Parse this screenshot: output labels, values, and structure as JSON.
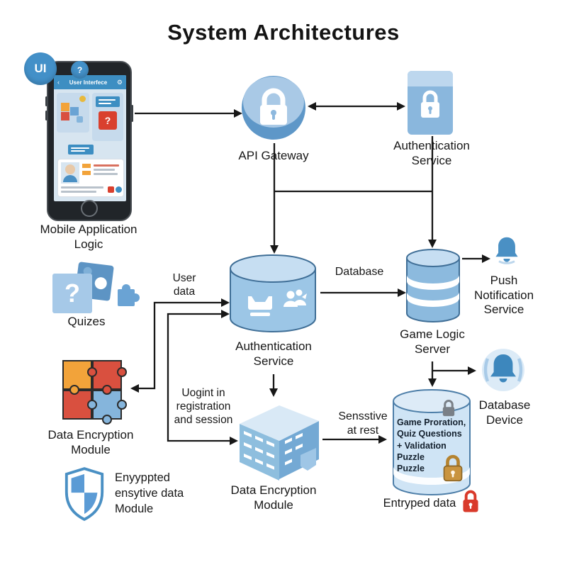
{
  "title": "System Architectures",
  "icons": {
    "ui_badge": "UI",
    "question_mark": "?",
    "back_chevron": "‹",
    "gear": "⚙"
  },
  "phone": {
    "screen_title": "User Interfece",
    "caption": [
      "Mobile Application",
      "Logic"
    ]
  },
  "nodes": {
    "api_gateway": {
      "label": "API Gateway"
    },
    "auth_service_top": {
      "label": [
        "Authentication",
        "Service"
      ]
    },
    "auth_service_db": {
      "label": [
        "Authentication",
        "Service"
      ]
    },
    "game_logic_server": {
      "label": [
        "Game Logic",
        "Server"
      ]
    },
    "push_notification_service": {
      "label": [
        "Push",
        "Notification",
        "Service"
      ]
    },
    "quizes": {
      "label": "Quizes"
    },
    "data_encryption_puzzle": {
      "label": [
        "Data Encryption",
        "Module"
      ]
    },
    "data_encryption_building": {
      "label": [
        "Data Encryption",
        "Module"
      ]
    },
    "database_device": {
      "label": [
        "Database",
        "Device"
      ]
    },
    "encrypted_store": {
      "content": [
        "Game Proration,",
        "Quiz Questions",
        "+ Validation",
        "Puzzle",
        "Puzzle"
      ]
    },
    "encrypted_data": {
      "label": "Entryped data"
    },
    "security_note": {
      "label": [
        "Enyyppted",
        "ensytive data",
        "Module"
      ]
    }
  },
  "edge_labels": {
    "user_data": [
      "User",
      "data"
    ],
    "database": "Database",
    "login_session": [
      "Uogint in",
      "registration",
      "and session"
    ],
    "sensitive_at_rest": [
      "Sensstive",
      "at rest"
    ]
  },
  "colors": {
    "accent_blue": "#4a90c4",
    "light_blue": "#aecde9",
    "puzzle_orange": "#f2a33a",
    "puzzle_red": "#d9503f",
    "lock_red": "#d93a2b",
    "lock_gold": "#c9943f",
    "lock_gray": "#7a8087",
    "line": "#1a1a1a"
  }
}
